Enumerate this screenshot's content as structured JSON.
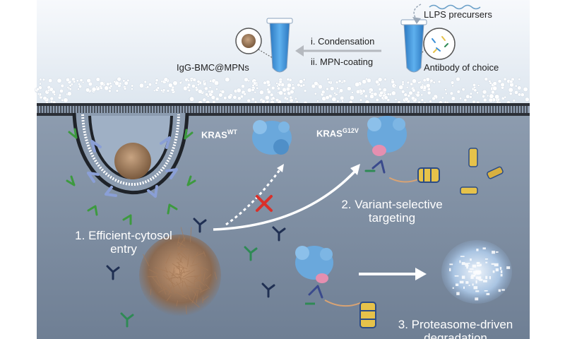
{
  "labels": {
    "llps": "LLPS precursers",
    "antibody": "Antibody of choice",
    "condensation": "i. Condensation",
    "mpn_coating": "ii. MPN-coating",
    "product": "IgG-BMC@MPNs",
    "kras_wt": "KRAS",
    "kras_wt_sup": "WT",
    "kras_mut": "KRAS",
    "kras_mut_sup": "G12V"
  },
  "steps": {
    "s1_line1": "1. Efficient-cytosol",
    "s1_line2": "entry",
    "s2_line1": "2. Variant-selective",
    "s2_line2": "targeting",
    "s3_line1": "3. Proteasome-driven",
    "s3_line2": "degradation"
  },
  "colors": {
    "cell_bg": "#7f8fa3",
    "membrane_dark": "#2b2f36",
    "protein_blue": "#6aa8dc",
    "mutation_pink": "#e58fb0",
    "arrow_red": "#d9302a",
    "tube_blue": "#3a8fd6",
    "vesicle_spike": "#3d9a3f"
  }
}
